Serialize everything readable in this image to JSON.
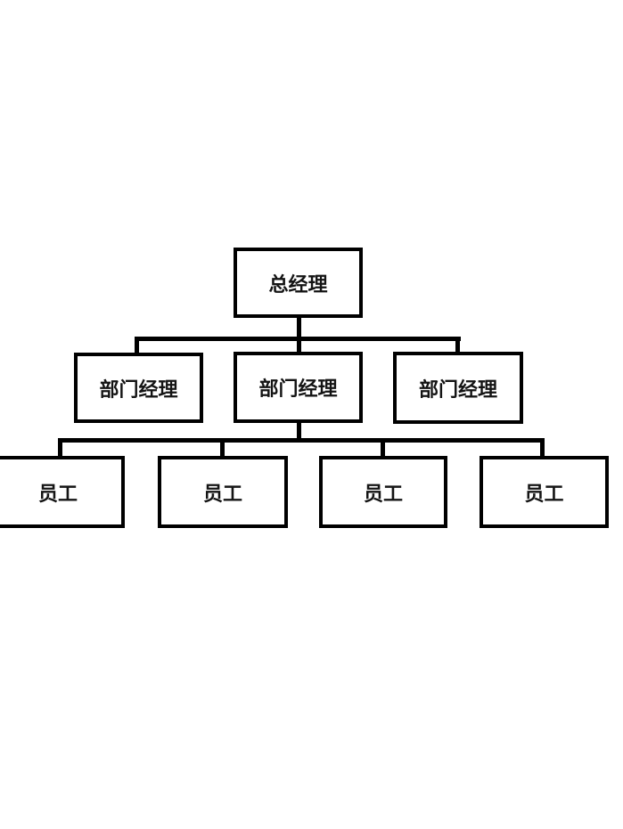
{
  "org_chart": {
    "type": "org-chart",
    "nodes": {
      "root": {
        "label": "总经理"
      },
      "managers": [
        {
          "label": "部门经理"
        },
        {
          "label": "部门经理"
        },
        {
          "label": "部门经理"
        }
      ],
      "employees": [
        {
          "label": "员工"
        },
        {
          "label": "员工"
        },
        {
          "label": "员工"
        },
        {
          "label": "员工"
        }
      ]
    },
    "edges": [
      {
        "from": "root",
        "to": "managers.0"
      },
      {
        "from": "root",
        "to": "managers.1"
      },
      {
        "from": "root",
        "to": "managers.2"
      },
      {
        "from": "managers.1",
        "to": "employees.0"
      },
      {
        "from": "managers.1",
        "to": "employees.1"
      },
      {
        "from": "managers.1",
        "to": "employees.2"
      },
      {
        "from": "managers.1",
        "to": "employees.3"
      }
    ],
    "colors": {
      "line": "#000000",
      "box_border": "#000000",
      "box_background": "#ffffff",
      "text": "#141414",
      "page_background": "#ffffff"
    }
  }
}
